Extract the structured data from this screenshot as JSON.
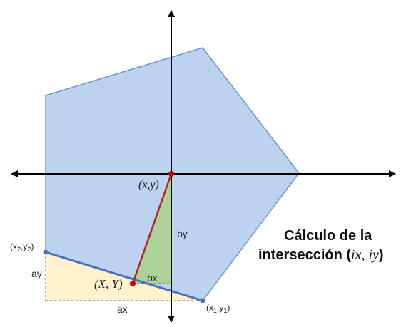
{
  "caption": {
    "line1": "Cálculo de la",
    "line2_prefix": "intersección (",
    "line2_ix": "ix",
    "line2_sep": ", ",
    "line2_iy": "iy",
    "line2_suffix": ")"
  },
  "labels": {
    "origin_point": "(x,y)",
    "intersection_point": "(X, Y)",
    "ax": "ax",
    "ay": "ay",
    "bx": "bx",
    "by": "by"
  },
  "vertex_labels": {
    "p2": {
      "open": "(x",
      "sub1": "2",
      "comma": ",y",
      "sub2": "2",
      "close": ")"
    },
    "p1": {
      "open": "(x",
      "sub1": "1",
      "comma": ",y",
      "sub2": "1",
      "close": ")"
    }
  },
  "colors": {
    "polygon_fill": "#bcd2ee",
    "polygon_stroke": "#6c96cc",
    "edge_line": "#4472c4",
    "ray_line": "#b22222",
    "green_triangle": "#a9d18e",
    "yellow_triangle": "#fff2cc",
    "point": "#c00000",
    "axis": "#000000"
  }
}
